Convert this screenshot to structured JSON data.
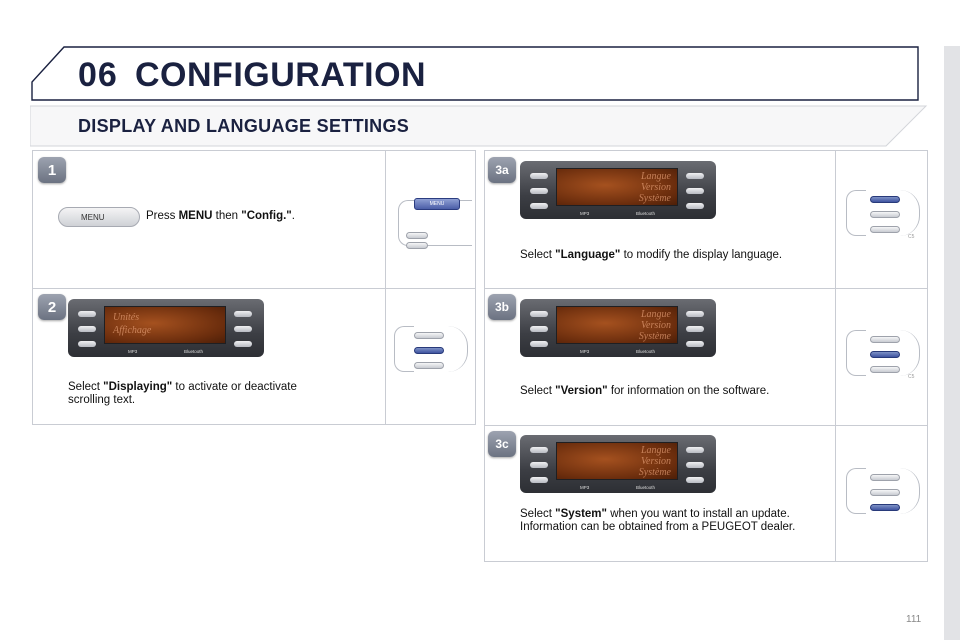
{
  "header": {
    "chapter_number": "06",
    "chapter_title": "CONFIGURATION",
    "section_title": "DISPLAY AND LANGUAGE SETTINGS"
  },
  "steps": {
    "s1": {
      "badge": "1",
      "key_label": "MENU",
      "text_pre": "Press ",
      "bold1": "MENU",
      "text_mid": " then ",
      "bold2": "\"Config.\"",
      "text_post": ".",
      "panel_key_label": "MENU"
    },
    "s2": {
      "badge": "2",
      "screen_lines": [
        "Unités",
        "Affichage"
      ],
      "text_pre": "Select ",
      "bold1": "\"Displaying\"",
      "text_post": " to activate or deactivate scrolling text."
    },
    "s3a": {
      "badge": "3a",
      "screen_lines": [
        "Langue",
        "Version",
        "Système"
      ],
      "text_pre": "Select ",
      "bold1": "\"Language\"",
      "text_post": " to modify the display language.",
      "keypad_tag": "C5"
    },
    "s3b": {
      "badge": "3b",
      "screen_lines": [
        "Langue",
        "Version",
        "Système"
      ],
      "text_pre": "Select ",
      "bold1": "\"Version\"",
      "text_post": " for information on the software.",
      "keypad_tag": "C5"
    },
    "s3c": {
      "badge": "3c",
      "screen_lines": [
        "Langue",
        "Version",
        "Système"
      ],
      "text_pre": "Select ",
      "bold1": "\"System\"",
      "text_post": " when you want to install an update. Information can be obtained from a PEUGEOT dealer."
    }
  },
  "radio_footer": {
    "left": "MP3",
    "right": "Bluetooth"
  },
  "page_number": "111",
  "colors": {
    "title": "#1a2140",
    "active_key": "#3f54a0",
    "display_amber": "#8a3c14"
  }
}
